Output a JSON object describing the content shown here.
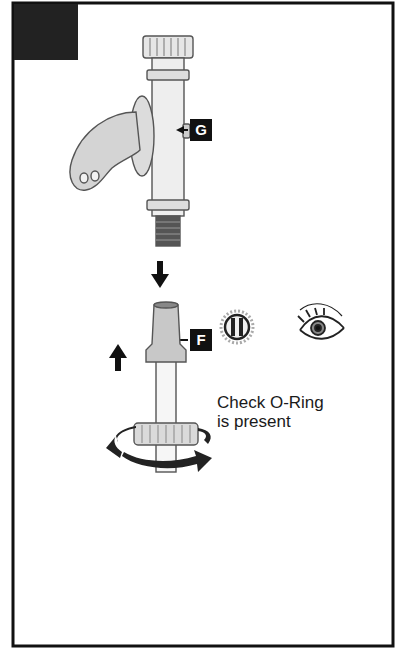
{
  "diagram": {
    "labels": [
      "G",
      "F",
      "Check O-Ring is present"
    ]
  }
}
